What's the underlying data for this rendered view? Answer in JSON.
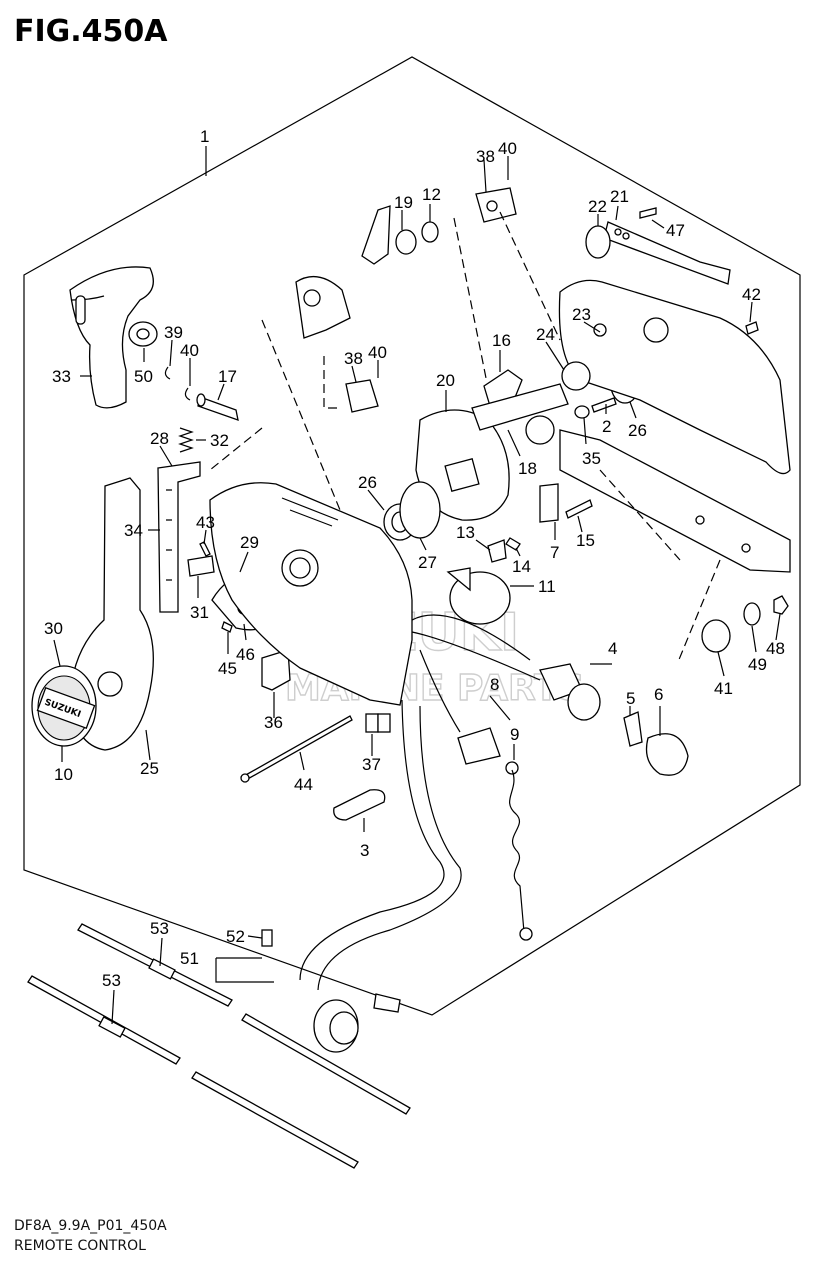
{
  "figure": {
    "title": "FIG.450A",
    "code": "DF8A_9.9A_P01_450A",
    "name": "REMOTE CONTROL"
  },
  "watermark": {
    "line1": "SUZUKI",
    "line2": "MARINE PARTS"
  },
  "brand_badge": "SUZUKI",
  "callouts": [
    "1",
    "2",
    "3",
    "4",
    "5",
    "6",
    "7",
    "8",
    "9",
    "10",
    "11",
    "12",
    "13",
    "14",
    "15",
    "16",
    "17",
    "18",
    "19",
    "20",
    "21",
    "22",
    "23",
    "24",
    "25",
    "26",
    "26",
    "27",
    "28",
    "29",
    "30",
    "31",
    "32",
    "33",
    "34",
    "35",
    "36",
    "37",
    "38",
    "38",
    "39",
    "39",
    "40",
    "40",
    "40",
    "40",
    "41",
    "42",
    "43",
    "44",
    "45",
    "46",
    "47",
    "48",
    "49",
    "50",
    "51",
    "52",
    "53",
    "53"
  ]
}
